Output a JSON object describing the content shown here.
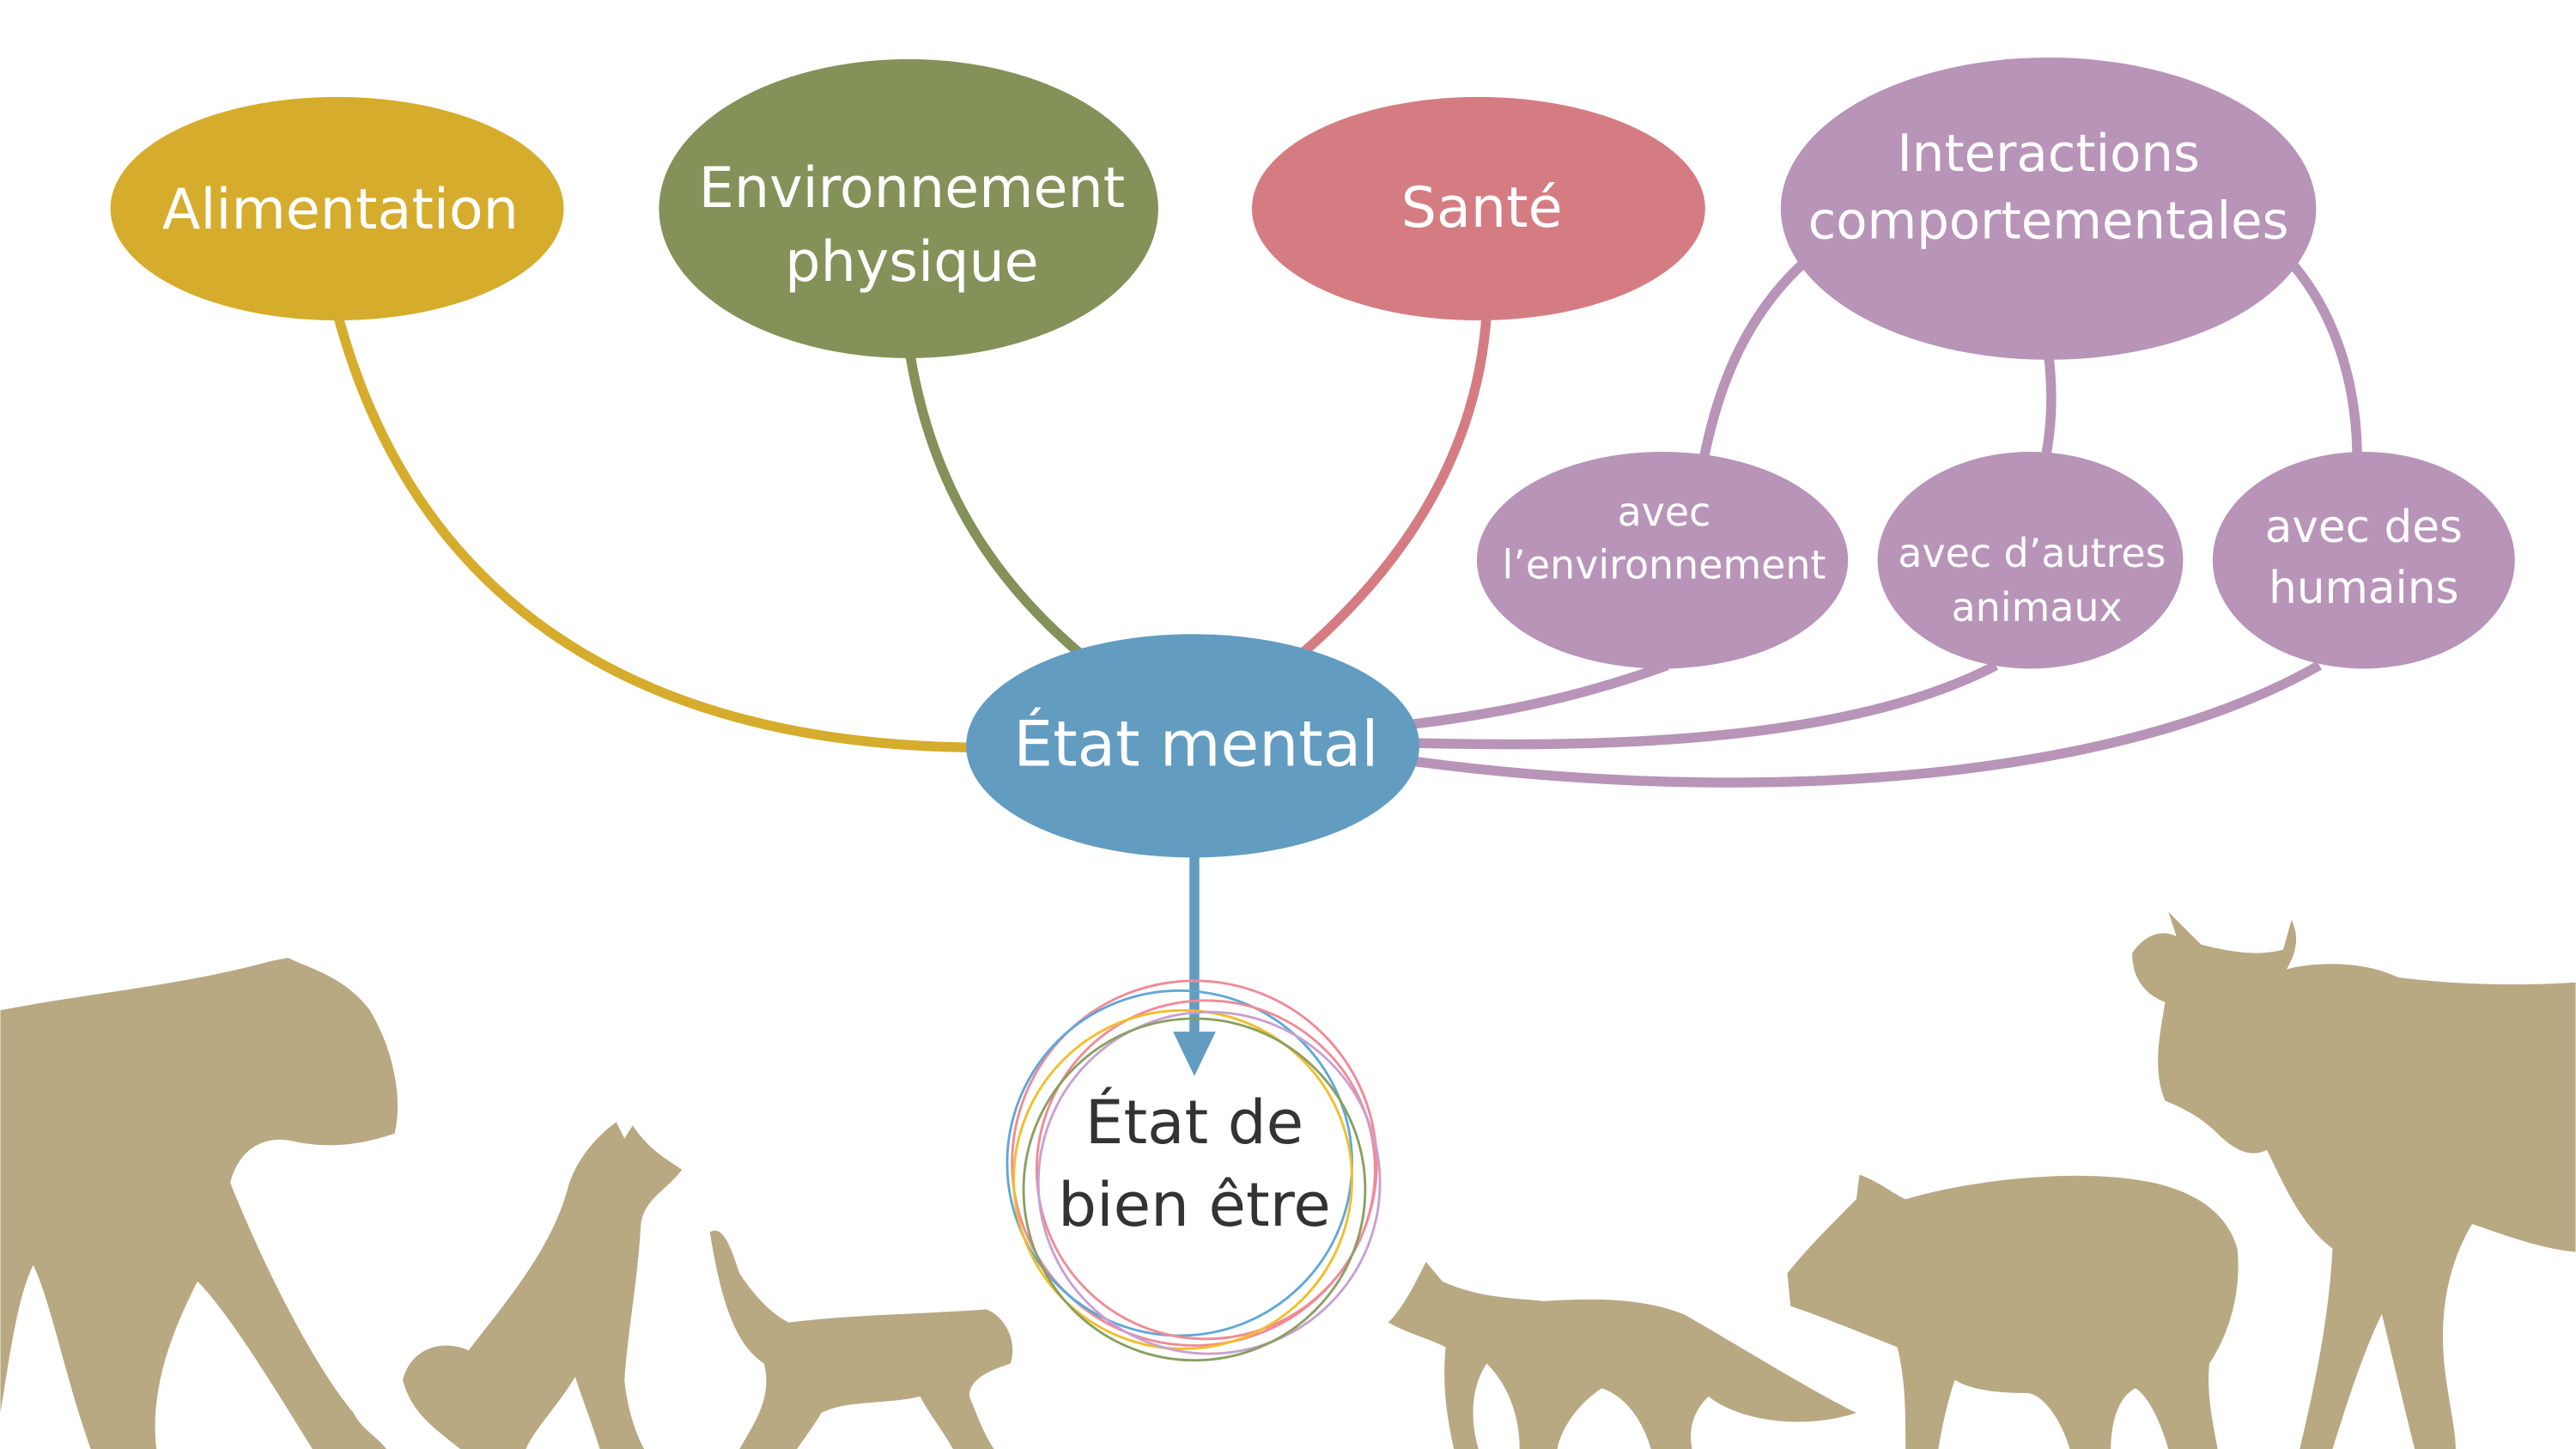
{
  "nodes": {
    "alimentation": {
      "label": "Alimentation",
      "color": "#d6ac2c"
    },
    "environnement": {
      "line1": "Environnement",
      "line2": "physique",
      "color": "#849159"
    },
    "sante": {
      "label": "Santé",
      "color": "#d57c83"
    },
    "interactions": {
      "line1": "Interactions",
      "line2": "comportementales",
      "color": "#b894b8"
    },
    "avec_env": {
      "line1": "avec",
      "line2": "l’environnement"
    },
    "avec_animaux": {
      "line1": "avec d’autres",
      "line2": "animaux"
    },
    "avec_humains": {
      "line1": "avec des",
      "line2": "humains"
    },
    "etat_mental": {
      "label": "État mental",
      "color": "#629cc0"
    },
    "bien_etre": {
      "line1": "État de",
      "line2": "bien être"
    }
  },
  "animals": [
    "tiger",
    "dog",
    "cat",
    "fox",
    "pig",
    "cow"
  ],
  "animal_color": "#b8a983"
}
